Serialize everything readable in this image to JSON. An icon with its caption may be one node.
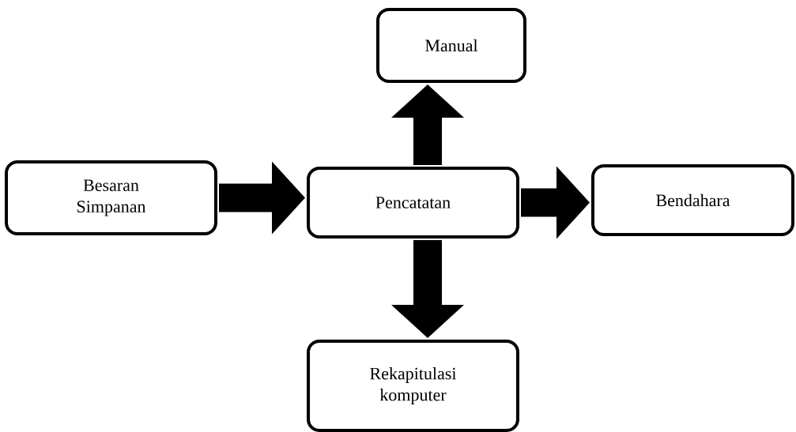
{
  "diagram": {
    "nodes": [
      {
        "text": [
          "Besaran Simpanan"
        ]
      },
      {
        "text": [
          "Pencatatan"
        ]
      },
      {
        "text": [
          "Manual"
        ]
      },
      {
        "text": [
          "Bendahara"
        ]
      },
      {
        "text": [
          "Rekapitulasi komputer"
        ]
      }
    ],
    "edges": [
      {
        "from": 0,
        "to": 1,
        "arrow": "to"
      },
      {
        "from": 1,
        "to": 2,
        "arrow": "to"
      },
      {
        "from": 1,
        "to": 3,
        "arrow": "to"
      },
      {
        "from": 1,
        "to": 4,
        "arrow": "to"
      }
    ]
  }
}
